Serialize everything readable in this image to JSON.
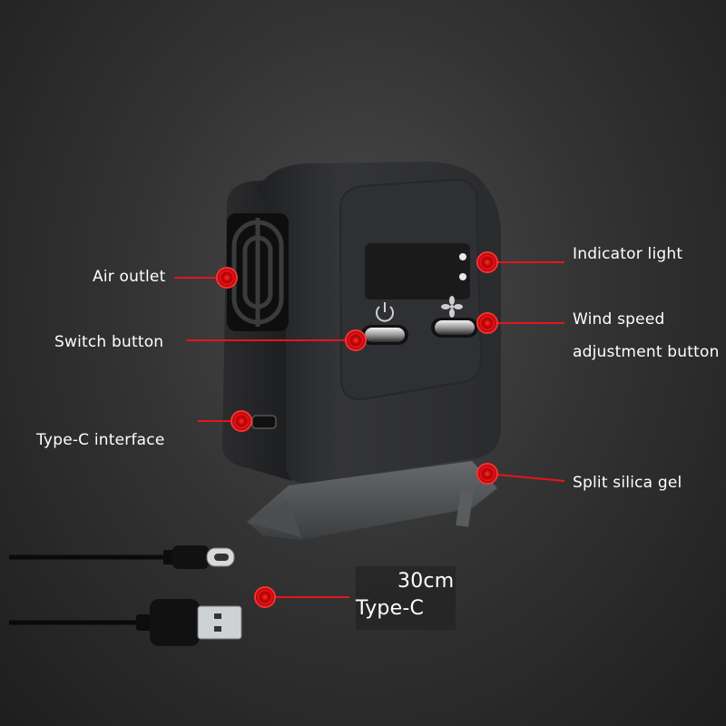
{
  "callouts": {
    "air_outlet": "Air outlet",
    "switch_button": "Switch button",
    "type_c_interface": "Type-C interface",
    "indicator_light": "Indicator light",
    "wind_speed_line1": "Wind speed",
    "wind_speed_line2": "adjustment button",
    "split_silica_gel": "Split silica gel"
  },
  "cable": {
    "length": "30cm",
    "type": "Type-C"
  },
  "colors": {
    "accent": "#e8141c",
    "device_body": "#2e2f31",
    "background": "#333333",
    "text": "#ffffff"
  },
  "icons": {
    "power": "power-icon",
    "fan": "fan-icon"
  }
}
